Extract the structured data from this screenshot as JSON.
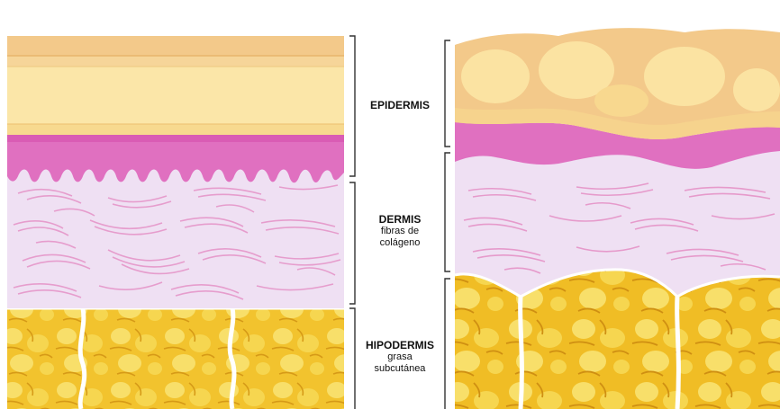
{
  "labels": {
    "epidermis": {
      "title": "EPIDERMIS"
    },
    "dermis": {
      "title": "DERMIS",
      "line1": "fibras de",
      "line2": "colágeno"
    },
    "hipodermis": {
      "title": "HIPODERMIS",
      "line1": "grasa",
      "line2": "subcutánea"
    }
  },
  "colors": {
    "epidermis_top": "#f3c98a",
    "epidermis_band": "#f7dd9c",
    "epidermis_mid": "#fbe6a8",
    "basal_layer": "#e070c0",
    "dermis": "#efe0f3",
    "collagen_fibers": "#e69acb",
    "fat": "#f2c32e",
    "fat_highlight": "#f8df6a",
    "fat_shadow": "#d69a17",
    "bracket": "#333333"
  }
}
